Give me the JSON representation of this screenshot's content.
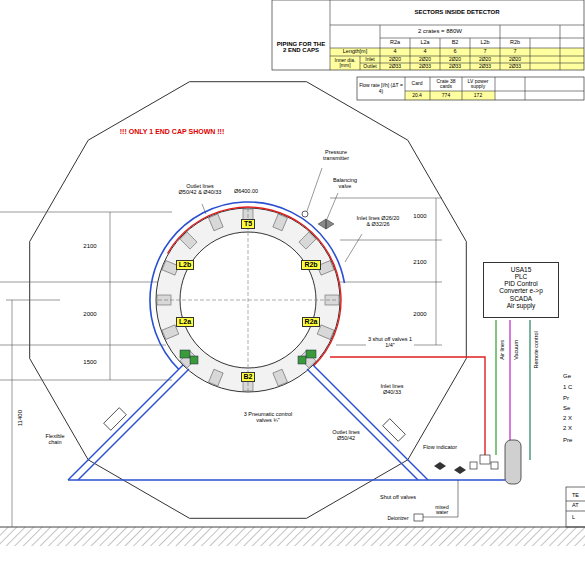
{
  "diagram": {
    "nodes": [
      {
        "text": [
          "T5"
        ]
      },
      {
        "text": [
          "L2b"
        ]
      },
      {
        "text": [
          "R2b"
        ]
      },
      {
        "text": [
          "L2a"
        ]
      },
      {
        "text": [
          "R2a"
        ]
      },
      {
        "text": [
          "B2"
        ]
      },
      {
        "text": [
          "USA15",
          "PLC",
          "PID Control",
          "Converter e->p",
          "SCADA",
          "Air supply"
        ]
      }
    ],
    "labels": [
      "SECTORS INSIDE DETECTOR",
      "PIPING FOR THE 2 END CAPS",
      "2 crates = 880W",
      "R2a",
      "L2a",
      "B2",
      "L2b",
      "R2b",
      "Length[m]",
      "4",
      "4",
      "6",
      "7",
      "7",
      "Inner dia.[mm]",
      "Inlet",
      "2Ø20",
      "2Ø20",
      "2Ø20",
      "2Ø20",
      "2Ø20",
      "Outlet",
      "2Ø33",
      "2Ø33",
      "2Ø33",
      "2Ø33",
      "2Ø33",
      "Flow rate [l/h] (ΔT = 4)",
      "Card",
      "Crate 38 cards",
      "LV power supply",
      "20.4",
      "774",
      "172",
      "!!! ONLY 1 END CAP SHOWN !!!",
      "Ø6400.00",
      "Pressure transmitter",
      "Balancing valve",
      "Outlet lines Ø50/42 & Ø40/33",
      "Inlet lines Ø26/20 & Ø32/26",
      "1000",
      "2100",
      "2100",
      "2000",
      "2000",
      "1500",
      "3 shut off valves 1 1/4\"",
      "3 Pneumatic control valves ¾\"",
      "Flexible chain",
      "Inlet lines Ø40/33",
      "Outlet lines Ø50/42",
      "11400",
      "Flow indicator",
      "Shut off valves",
      "mixed water",
      "Deionizer",
      "Air lines",
      "Vacuum",
      "Remote control",
      "Ge",
      "1 C",
      "Pr",
      "Se",
      "2 X",
      "2 X",
      "Pre",
      "TE",
      "AT",
      "L"
    ]
  }
}
